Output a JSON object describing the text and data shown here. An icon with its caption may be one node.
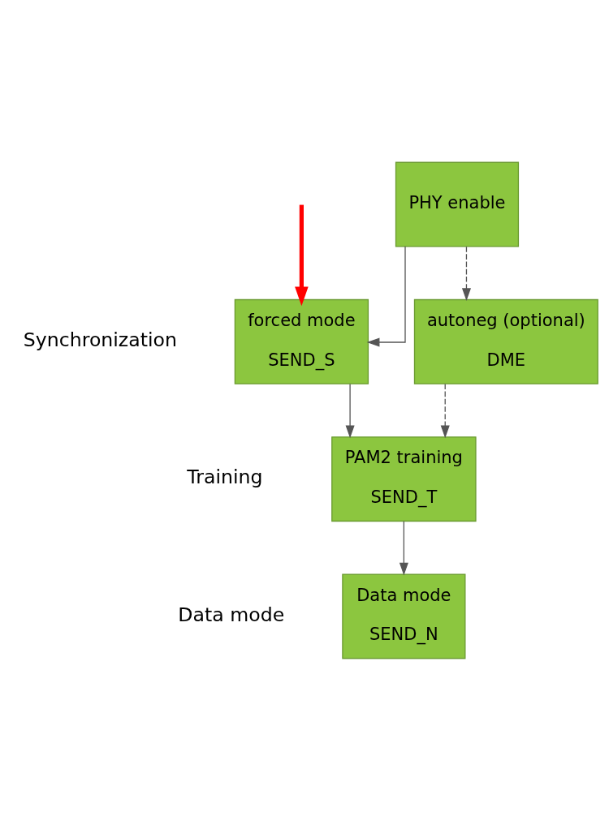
{
  "diagram": {
    "nodes": [
      {
        "text": [
          "PHY enable"
        ]
      },
      {
        "text": [
          "forced mode",
          "SEND_S"
        ]
      },
      {
        "text": [
          "autoneg (optional)",
          "DME"
        ]
      },
      {
        "text": [
          "PAM2 training",
          "SEND_T"
        ]
      },
      {
        "text": [
          "Data mode",
          "SEND_N"
        ]
      }
    ],
    "edges": [
      {
        "from": 0,
        "to": 1,
        "arrow": "to"
      },
      {
        "from": 0,
        "to": 2,
        "arrow": "to",
        "style": "dashed"
      },
      {
        "from": 1,
        "to": 3,
        "arrow": "to"
      },
      {
        "from": 2,
        "to": 3,
        "arrow": "to",
        "style": "dashed"
      },
      {
        "from": 3,
        "to": 4,
        "arrow": "to"
      },
      {
        "from": null,
        "to": 1,
        "arrow": "to",
        "style": "thick",
        "color": "#ff0000"
      }
    ],
    "labels": [
      "Synchronization",
      "Training",
      "Data mode"
    ]
  }
}
